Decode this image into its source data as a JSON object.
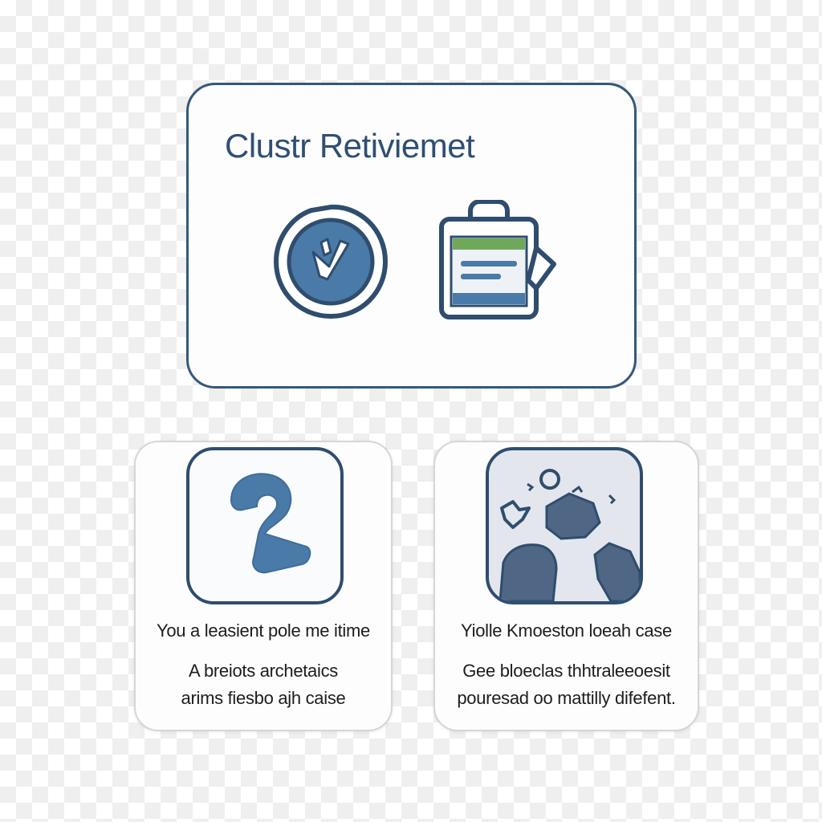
{
  "top_card": {
    "title": "Clustr Retiviemet",
    "icons": [
      "check-badge-icon",
      "clipboard-edit-icon"
    ]
  },
  "cards": [
    {
      "icon": "question-mark-icon",
      "heading": "You a leasient pole me itime",
      "body_line_1": "A breiots archetaics",
      "body_line_2": "arims fiesbo ajh caise"
    },
    {
      "icon": "scattered-shapes-icon",
      "heading": "Yiolle Kmoeston loeah case",
      "body_line_1": "Gee bloeclas thhtraleeoesit",
      "body_line_2": "pouresad oo mattilly difefent."
    }
  ],
  "colors": {
    "primary": "#2f4f73",
    "accent_blue": "#4a7aa8",
    "accent_green": "#6fa85a",
    "border_gray": "#d6d6d6"
  }
}
